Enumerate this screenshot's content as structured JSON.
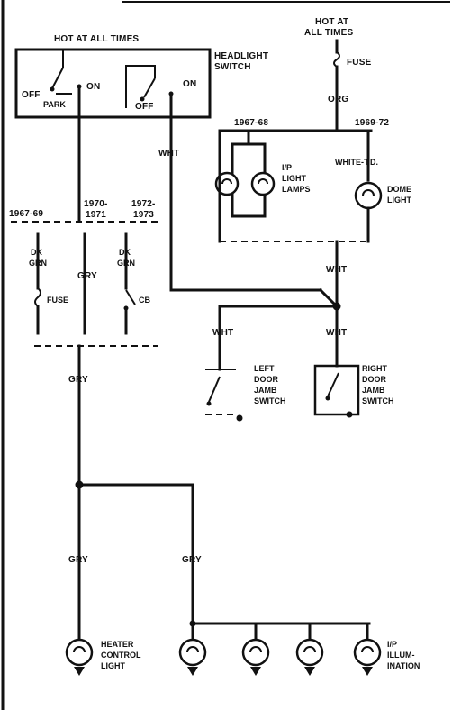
{
  "title": "",
  "labels": {
    "hot_at_all_times_left": "HOT AT ALL TIMES",
    "hot_at_all_times_right": [
      "HOT AT",
      "ALL TIMES"
    ],
    "headlight_switch": [
      "HEADLIGHT",
      "SWITCH"
    ],
    "off_left": "OFF",
    "on_left": "ON",
    "park": "PARK",
    "off_center": "OFF",
    "on_right": "ON",
    "fuse": "FUSE",
    "org": "ORG",
    "wht_headlight": "WHT",
    "range_1967_68": "1967-68",
    "range_1969_72": "1969-72",
    "ip_light_lamps": [
      "I/P",
      "LIGHT",
      "LAMPS"
    ],
    "white_tail_hdr": "WHITE-T.D.",
    "dome_light": [
      "DOME",
      "LIGHT"
    ],
    "range_1967_69": "1967-69",
    "range_1970_1971": [
      "1970-",
      "1971"
    ],
    "range_1972_1973": [
      "1972-",
      "1973"
    ],
    "dk_grn_left": [
      "DK",
      "GRN"
    ],
    "gry_center": "GRY",
    "dk_grn_right": [
      "DK",
      "GRN"
    ],
    "fuse_small": "FUSE",
    "cb": "CB",
    "wht_junction": "WHT",
    "wht_left_door": "WHT",
    "wht_right_door": "WHT",
    "left_door_jamb_switch": [
      "LEFT",
      "DOOR",
      "JAMB",
      "SWITCH"
    ],
    "right_door_jamb_switch": [
      "RIGHT",
      "DOOR",
      "JAMB",
      "SWITCH"
    ],
    "gry_mid": "GRY",
    "gry_lower_left": "GRY",
    "gry_lower_right": "GRY",
    "heater_control_light": [
      "HEATER",
      "CONTROL",
      "LIGHT"
    ],
    "ip_illumination": [
      "I/P",
      "ILLUM-",
      "INATION"
    ]
  },
  "colors": {
    "ink": "#111111",
    "background": "#ffffff"
  }
}
